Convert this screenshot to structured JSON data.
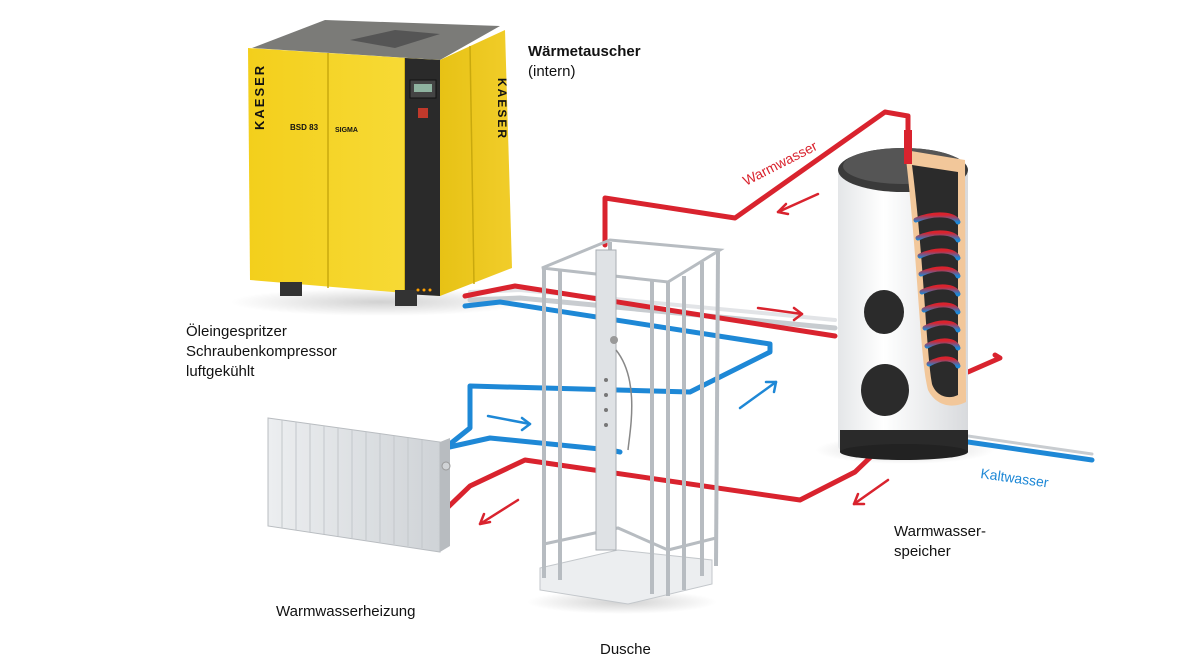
{
  "labels": {
    "heat_exchanger_title": "Wärmetauscher",
    "heat_exchanger_sub": "(intern)",
    "compressor_line1": "Öleingespritzer",
    "compressor_line2": "Schraubenkompressor",
    "compressor_line3": "luftgekühlt",
    "radiator": "Warmwasserheizung",
    "shower": "Dusche",
    "tank_line1": "Warmwasser-",
    "tank_line2": "speicher",
    "warm_water": "Warmwasser",
    "cold_water": "Kaltwasser"
  },
  "compressor": {
    "brand": "KAESER",
    "model": "BSD 83",
    "logo_text": "SIGMA"
  },
  "colors": {
    "hot": "#d9232e",
    "cold": "#1e88d6",
    "compressor_yellow": "#f5d21a",
    "pipe_grey": "#c8ccd0",
    "text": "#111111"
  },
  "icons": [
    "flow-arrow-icon"
  ]
}
